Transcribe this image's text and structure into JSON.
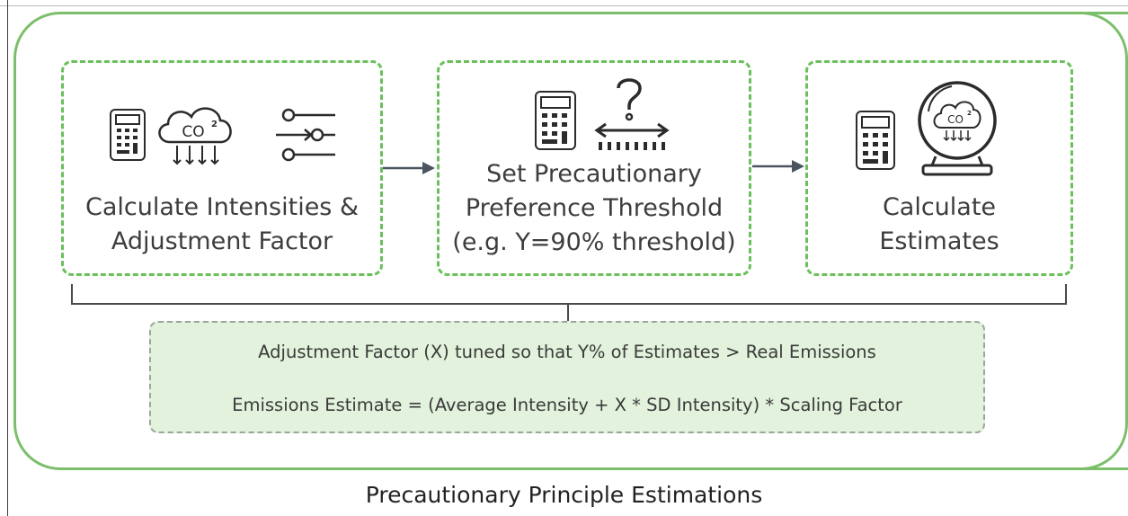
{
  "caption": "Precautionary Principle Estimations",
  "steps": [
    {
      "line1": "Calculate Intensities &",
      "line2": "Adjustment Factor",
      "icons": [
        "calculator-icon",
        "co2-cloud-icon",
        "sliders-icon"
      ]
    },
    {
      "line1": "Set Precautionary",
      "line2": "Preference Threshold",
      "line3": "(e.g. Y=90% threshold)",
      "icons": [
        "calculator-icon",
        "question-threshold-icon"
      ]
    },
    {
      "line1": "Calculate",
      "line2": "Estimates",
      "icons": [
        "calculator-icon",
        "crystal-ball-co2-icon"
      ]
    }
  ],
  "co2_label": "CO",
  "co2_superscript": "2",
  "formula": {
    "line1": "Adjustment Factor (X) tuned so that Y% of Estimates > Real Emissions",
    "line2": "Emissions Estimate = (Average Intensity + X * SD Intensity) * Scaling Factor"
  },
  "colors": {
    "green_border": "#7cbf6b",
    "dashed_green": "#6ac05a",
    "formula_fill": "#e2f2dc",
    "arrow": "#4a5560"
  }
}
